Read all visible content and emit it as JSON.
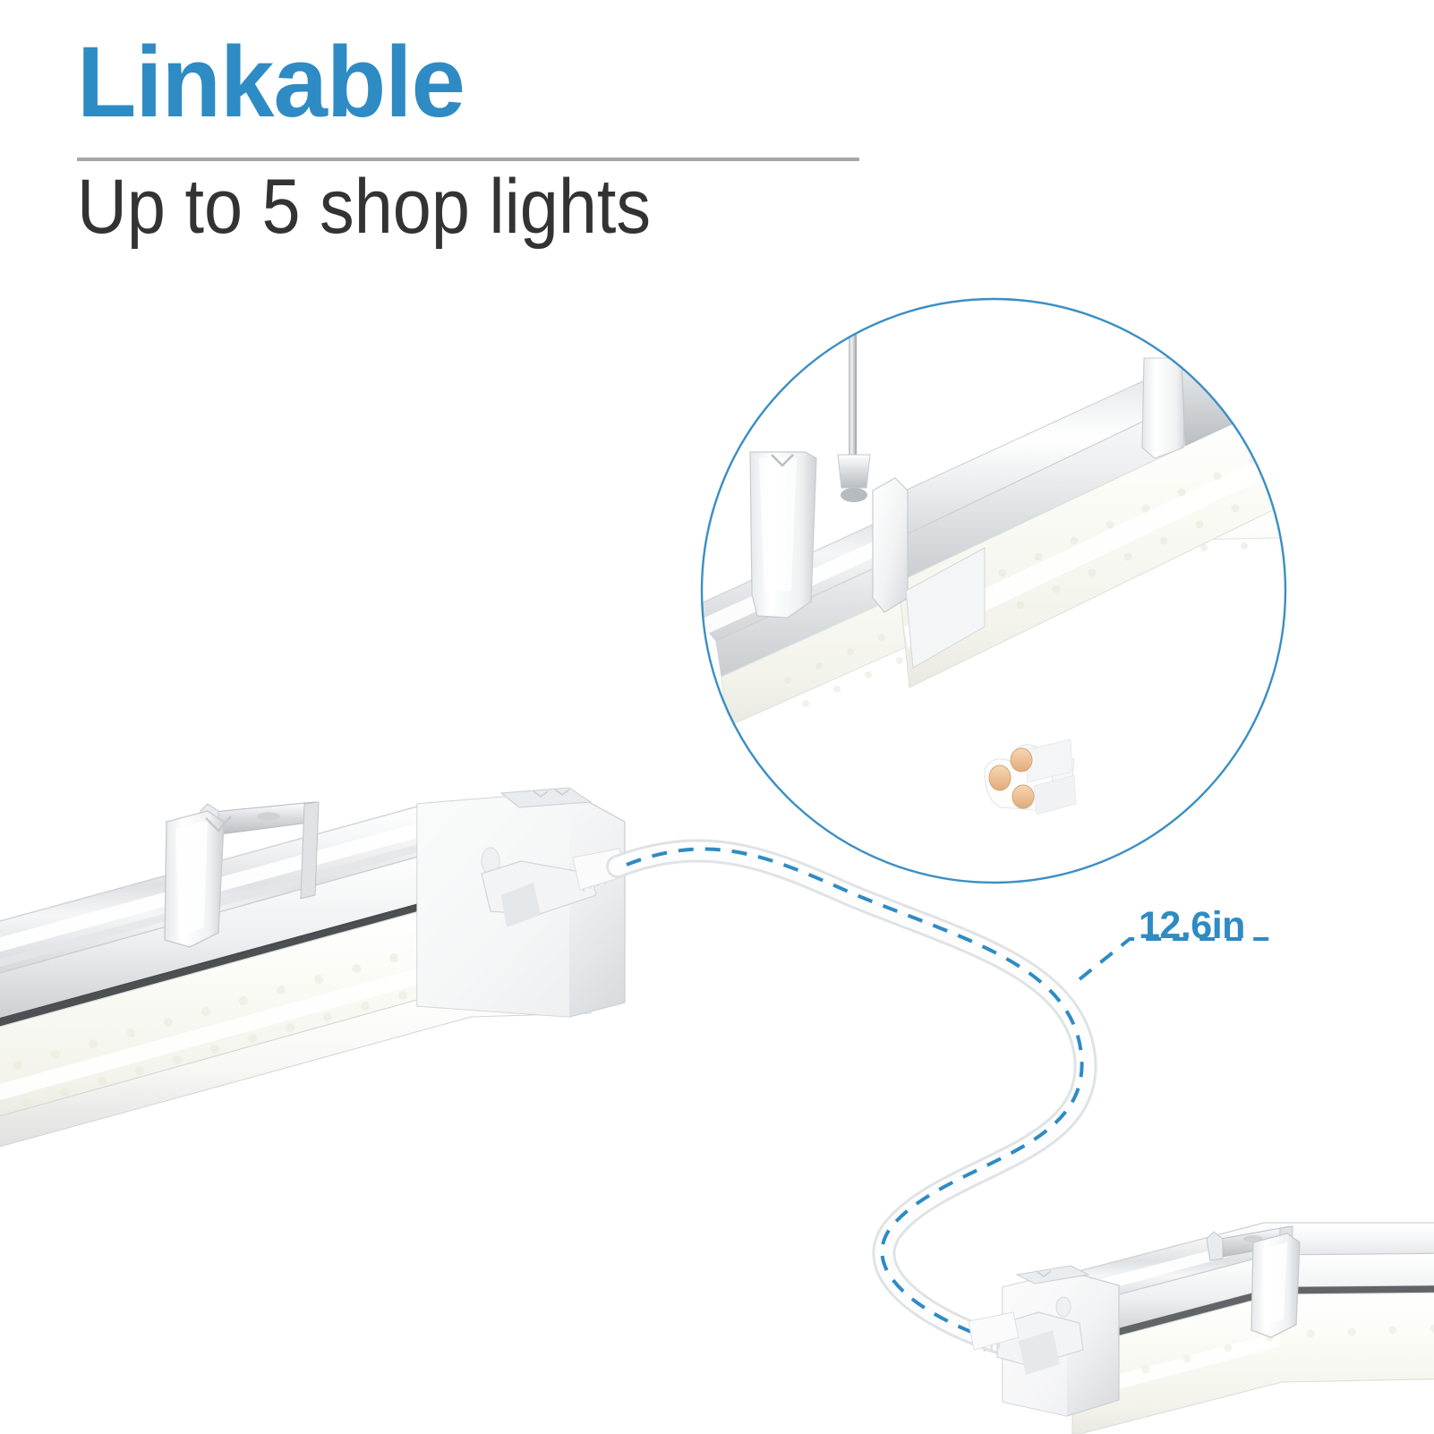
{
  "header": {
    "headline": "Linkable",
    "subhead": "Up to 5 shop lights",
    "headline_color": "#2E8BC4",
    "subhead_color": "#333333",
    "rule_color": "#A7A7A7"
  },
  "annotations": {
    "cable_length_label": "12.6in",
    "cable_length_color": "#2E8BC4",
    "dashed_line_color": "#2E8BC4",
    "callout_circle_color": "#3B8FC4"
  },
  "scene": {
    "background": "#FFFFFF",
    "primary_fixture": {
      "name": "led-shop-light-fixture",
      "body_color": "#F2F3F4",
      "housing_color": "#E4E6E8",
      "lens_color": "#FAFAF6",
      "bracket_color": "#FFFFFF"
    },
    "secondary_fixture": {
      "name": "linked-led-shop-light-fixture",
      "body_color": "#F4F5F6",
      "housing_color": "#E8EAEB",
      "lens_color": "#FBFBF8"
    },
    "link_cable": {
      "name": "linking-power-cable",
      "color": "#FDFDFD",
      "edge_color": "#D8DCDE"
    },
    "callout": {
      "name": "zoom-detail-callout",
      "contents": [
        "suspended-linked-fixtures",
        "hanging-wire-mount",
        "mounting-clip",
        "three-conductor-cable-cross-section"
      ],
      "cable_core_color": "#EFC39A",
      "cable_jacket_color": "#FDFDFD"
    }
  }
}
